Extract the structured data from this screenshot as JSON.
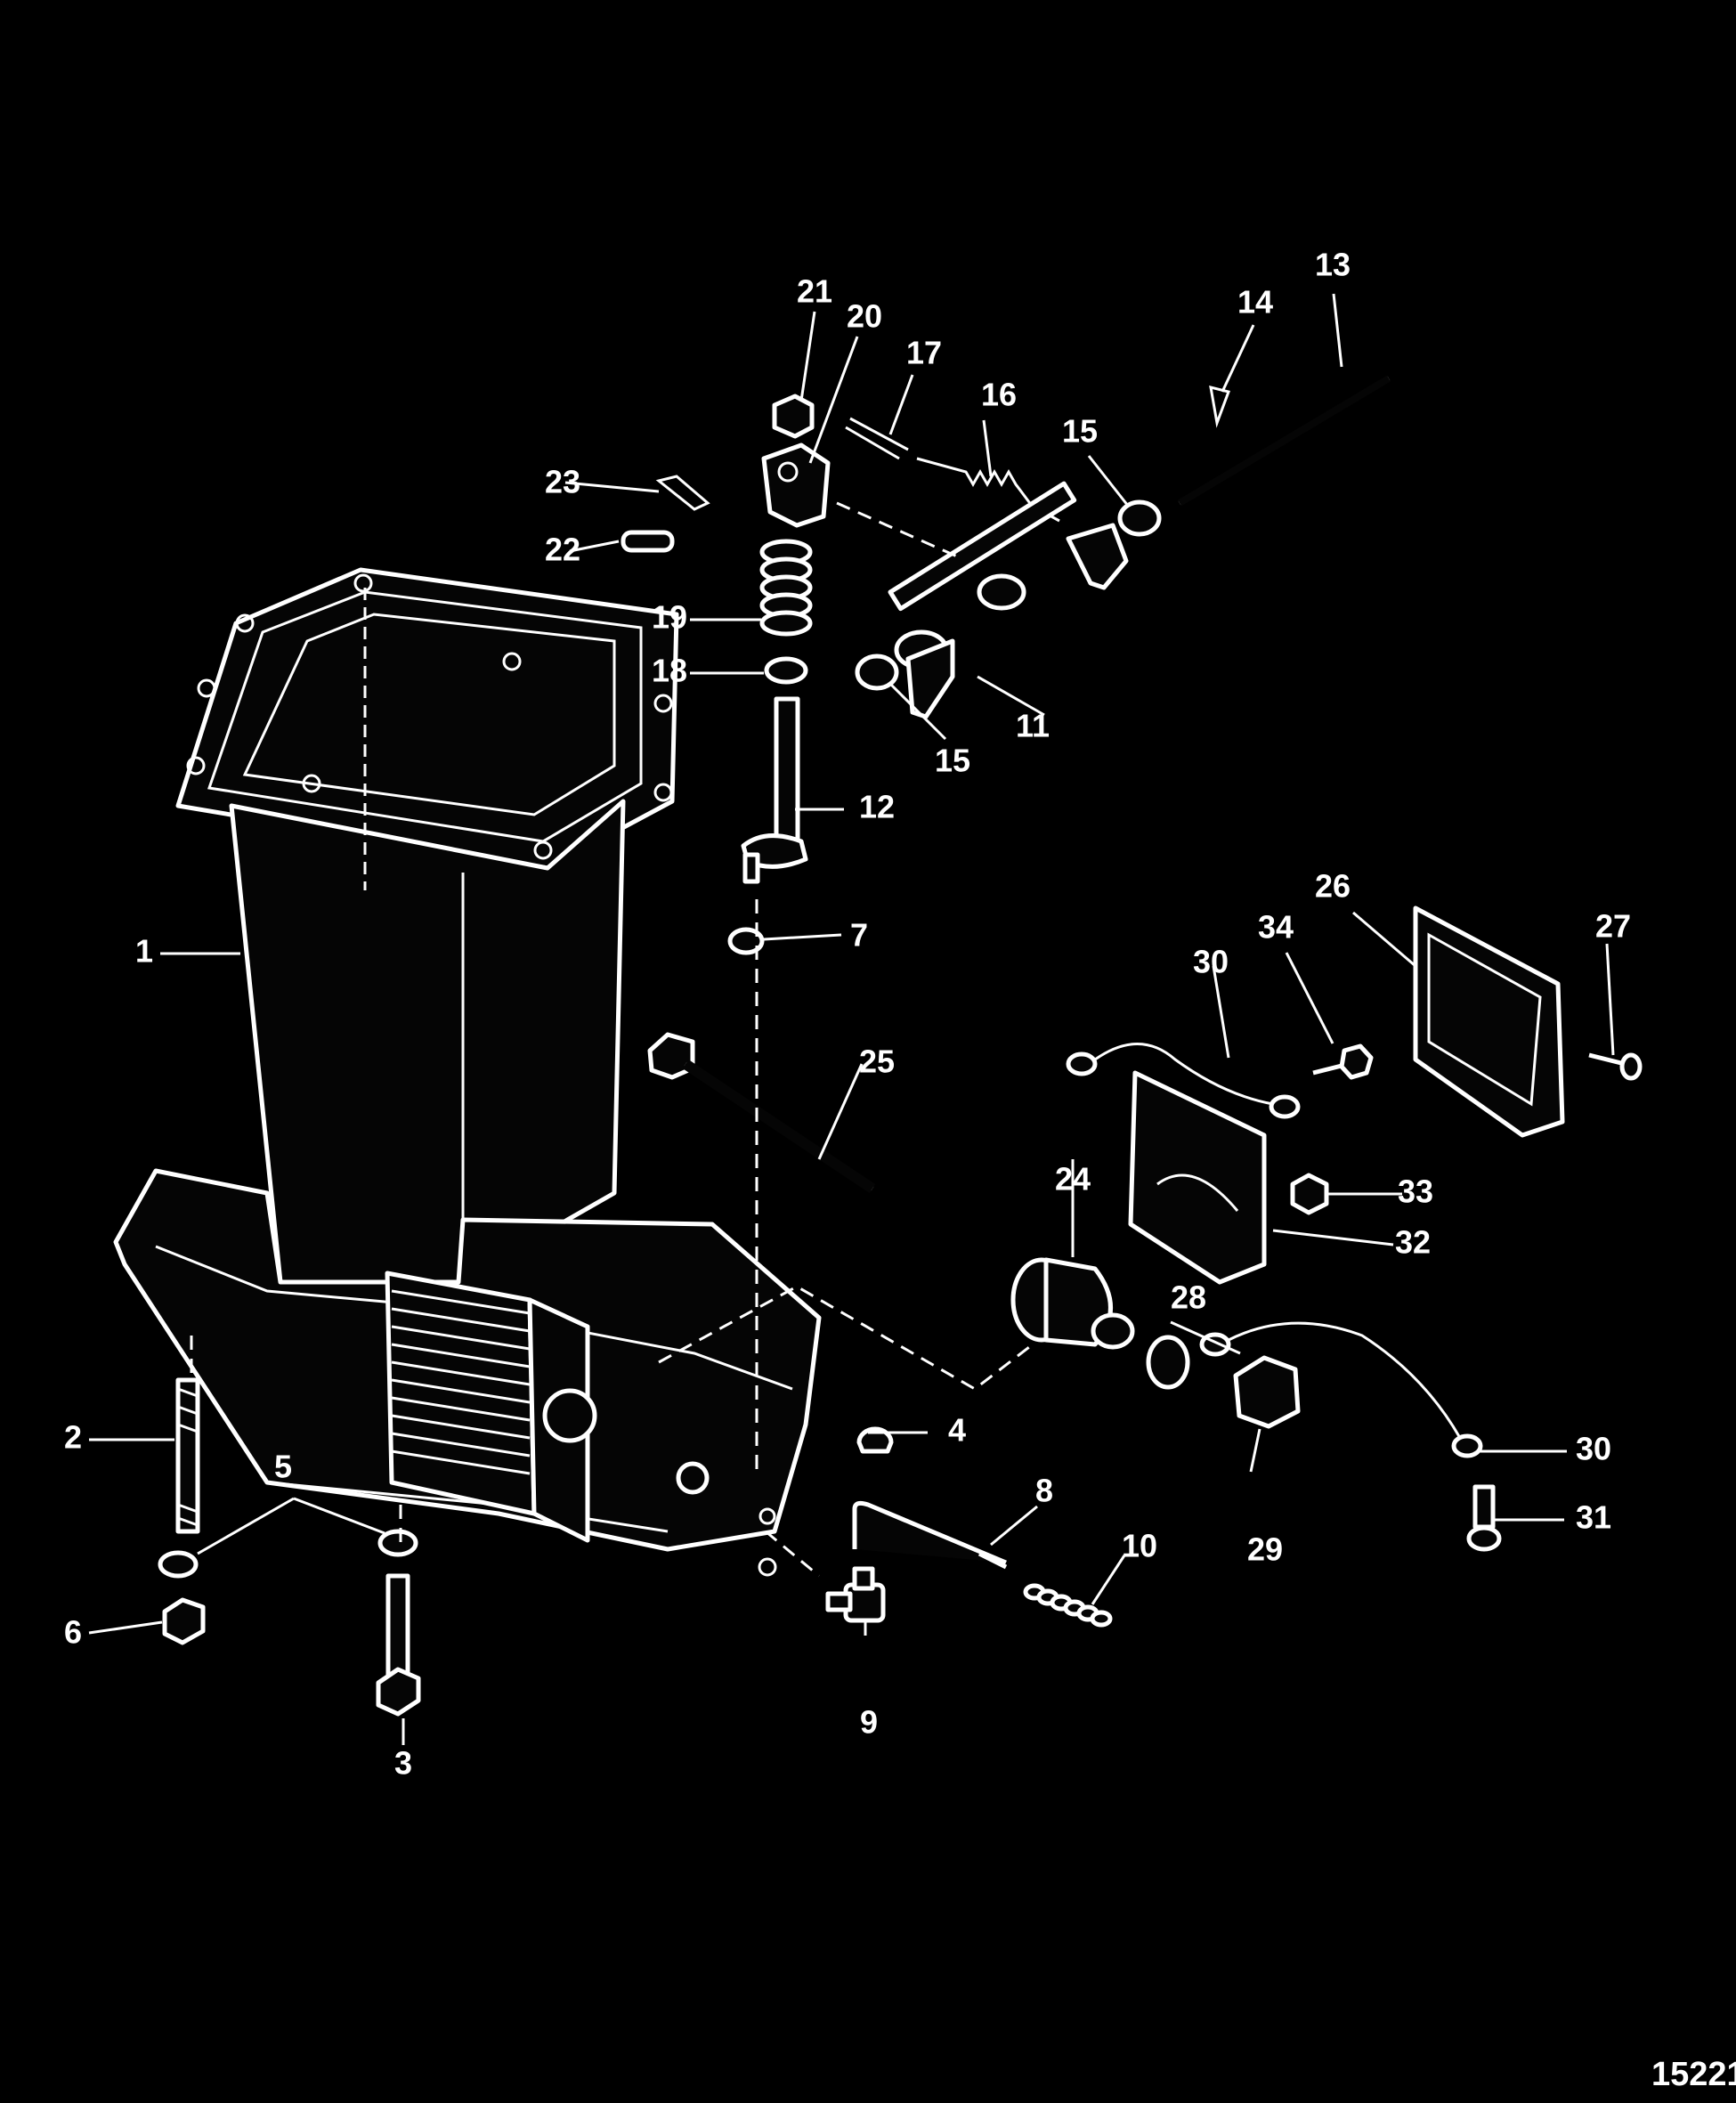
{
  "figure_ref": "15221",
  "colors": {
    "background": "#000000",
    "line": "#ffffff"
  },
  "callouts": [
    {
      "num": "1"
    },
    {
      "num": "2"
    },
    {
      "num": "3"
    },
    {
      "num": "4"
    },
    {
      "num": "5"
    },
    {
      "num": "6"
    },
    {
      "num": "7"
    },
    {
      "num": "8"
    },
    {
      "num": "9"
    },
    {
      "num": "10"
    },
    {
      "num": "11"
    },
    {
      "num": "12"
    },
    {
      "num": "13"
    },
    {
      "num": "14"
    },
    {
      "num": "15"
    },
    {
      "num": "15"
    },
    {
      "num": "16"
    },
    {
      "num": "17"
    },
    {
      "num": "18"
    },
    {
      "num": "19"
    },
    {
      "num": "20"
    },
    {
      "num": "21"
    },
    {
      "num": "22"
    },
    {
      "num": "23"
    },
    {
      "num": "24"
    },
    {
      "num": "25"
    },
    {
      "num": "26"
    },
    {
      "num": "27"
    },
    {
      "num": "28"
    },
    {
      "num": "29"
    },
    {
      "num": "30"
    },
    {
      "num": "30"
    },
    {
      "num": "31"
    },
    {
      "num": "32"
    },
    {
      "num": "33"
    },
    {
      "num": "34"
    }
  ]
}
